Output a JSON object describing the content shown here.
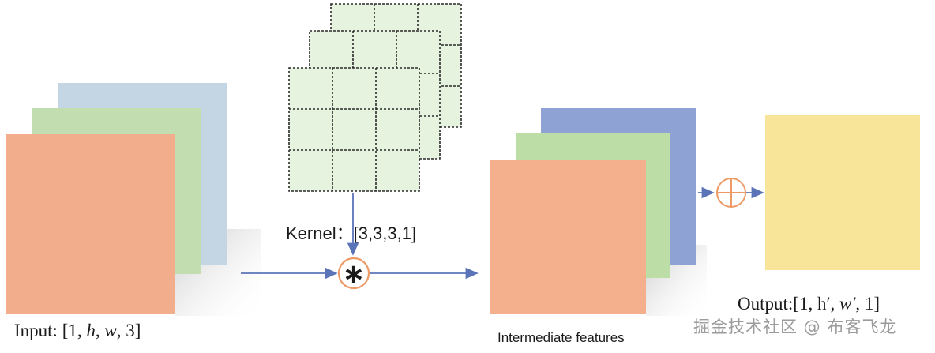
{
  "labels": {
    "input": {
      "prefix": "Input: [1, ",
      "h": "h",
      "sep1": ", ",
      "w": "w",
      "suffix": ", 3]"
    },
    "kernel": "Kernel：[3,3,3,1]",
    "intermediate": "Intermediate features",
    "output": {
      "prefix": "Output:[1, h′, ",
      "w": "w′",
      "suffix": ", 1]"
    }
  },
  "operators": {
    "convolution": "∗",
    "add": "⊕"
  },
  "watermark": "掘金技术社区 @ 布客飞龙",
  "colors": {
    "input_blue": "#c4d5e3",
    "input_green": "#c2deb0",
    "input_orange": "#f2ad8c",
    "kernel_fill": "#e6f4df",
    "intermediate_blue": "#8ea3d4",
    "intermediate_green": "#bcdda5",
    "intermediate_orange": "#f4af8d",
    "output_yellow": "#f9e59a",
    "arrow": "#5b74b8",
    "operator": "#ee9a66"
  }
}
